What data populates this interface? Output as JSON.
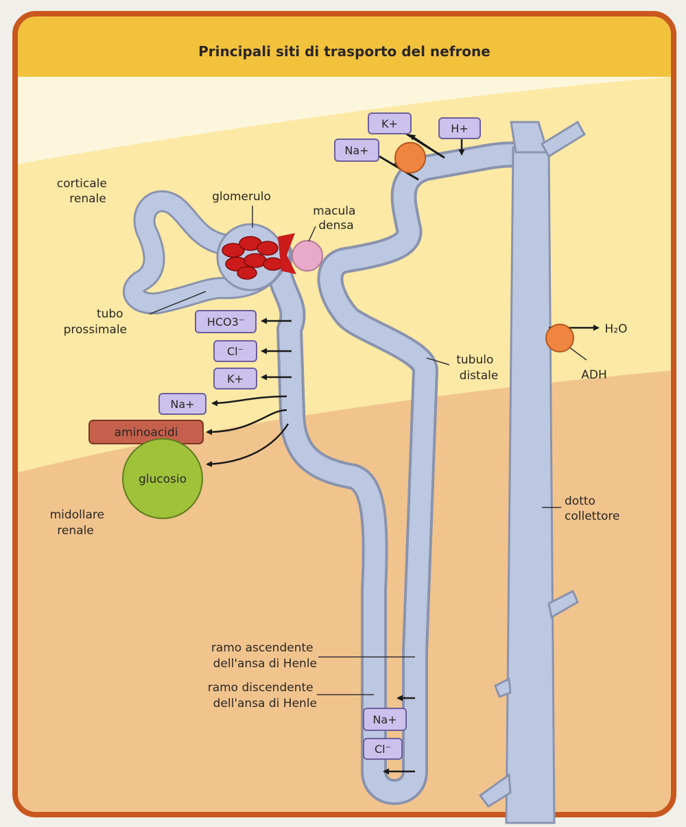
{
  "title": "Principali siti di trasporto del nefrone",
  "regions": {
    "cortex": "corticale renale",
    "cortex_lines": [
      "corticale",
      "renale"
    ],
    "medulla": "midollare renale",
    "medulla_lines": [
      "midollare",
      "renale"
    ]
  },
  "structures": {
    "glomerulus": "glomerulo",
    "macula_densa": [
      "macula",
      "densa"
    ],
    "proximal_tubule": [
      "tubo",
      "prossimale"
    ],
    "distal_tubule": [
      "tubulo",
      "distale"
    ],
    "collecting_duct": [
      "dotto",
      "collettore"
    ],
    "ascending_limb": [
      "ramo ascendente",
      "dell'ansa di Henle"
    ],
    "descending_limb": [
      "ramo discendente",
      "dell'ansa di Henle"
    ]
  },
  "substances": {
    "bicarbonate": "HCO3⁻",
    "chloride": "Cl⁻",
    "potassium_prox": "K+",
    "sodium_prox": "Na+",
    "amino_acids": "aminoacidi",
    "glucose": "glucosio",
    "potassium_distal": "K+",
    "sodium_distal": "Na+",
    "hydrogen": "H+",
    "sodium_loop": "Na+",
    "chloride_loop": "Cl⁻",
    "water": "H₂O",
    "adh": "ADH"
  },
  "colors": {
    "frame": "#c8571e",
    "title_bar": "#f2c23d",
    "cortex": "#fbe9a5",
    "medulla": "#f1c48e",
    "tubule": "#bcc8e2",
    "tubule_outline": "#8a93ad",
    "ion_box": "#cbc1ec",
    "amino_box": "#c4604c",
    "glucose": "#9fc23a",
    "carrier": "#ef8540",
    "glomerulus": "#cc1b1b",
    "macula": "#e9a9c8"
  }
}
